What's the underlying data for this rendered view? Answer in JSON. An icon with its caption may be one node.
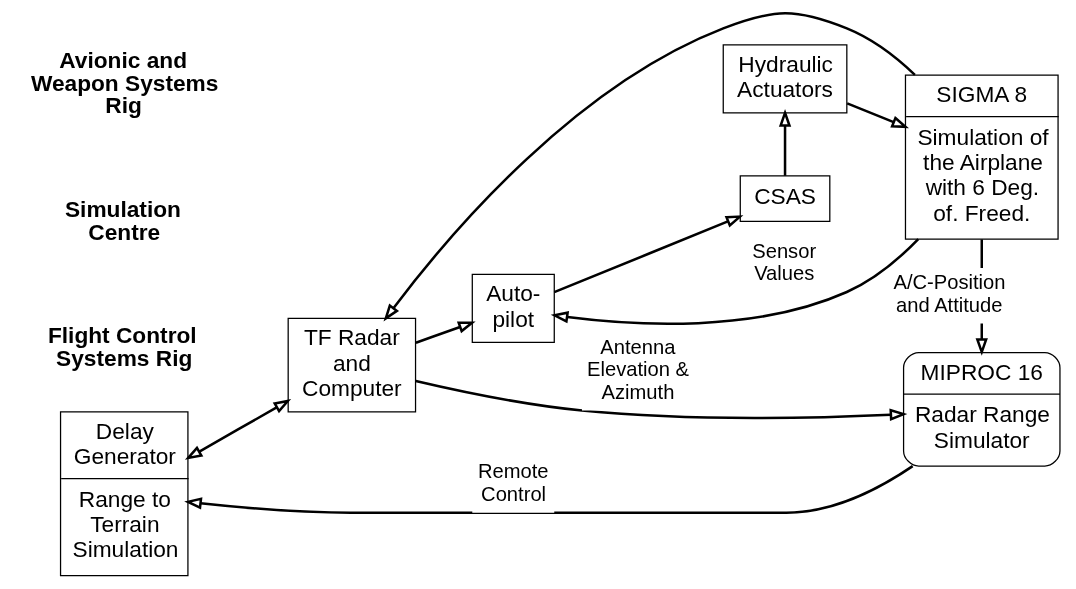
{
  "diagram": {
    "nodes": [
      {
        "text": [
          "Delay Generator",
          "Range to Terrain Simulation"
        ]
      },
      {
        "text": [
          "TF Radar and Computer"
        ]
      },
      {
        "text": [
          "Auto- pilot"
        ]
      },
      {
        "text": [
          "SIGMA 8",
          "Simulation of the Airplane with 6 Deg. of. Freed."
        ]
      },
      {
        "text": [
          "CSAS"
        ]
      },
      {
        "text": [
          "Hydraulic Actuators"
        ]
      },
      {
        "text": [
          "MIPROC 16",
          "Radar Range Simulator"
        ]
      }
    ],
    "edges": [
      {
        "from": 0,
        "to": 1,
        "arrow": "both"
      },
      {
        "from": 1,
        "to": 2,
        "arrow": "to"
      },
      {
        "from": 2,
        "to": 4,
        "arrow": "to"
      },
      {
        "from": 4,
        "to": 5,
        "arrow": "to"
      },
      {
        "from": 5,
        "to": 3,
        "arrow": "to"
      },
      {
        "from": 3,
        "to": 2,
        "arrow": "to",
        "label": "Sensor Values"
      },
      {
        "from": 3,
        "to": 1,
        "arrow": "to"
      },
      {
        "from": 3,
        "to": 6,
        "arrow": "to",
        "label": "A/C-Position and Attitude"
      },
      {
        "from": 1,
        "to": 6,
        "arrow": "to",
        "label": "Antenna Elevation & Azimuth"
      },
      {
        "from": 6,
        "to": 0,
        "arrow": "to",
        "label": "Remote Control"
      }
    ],
    "labels": [
      "Avionic and Weapon Systems Rig",
      "Simulation Centre",
      "Flight Control Systems Rig"
    ]
  }
}
